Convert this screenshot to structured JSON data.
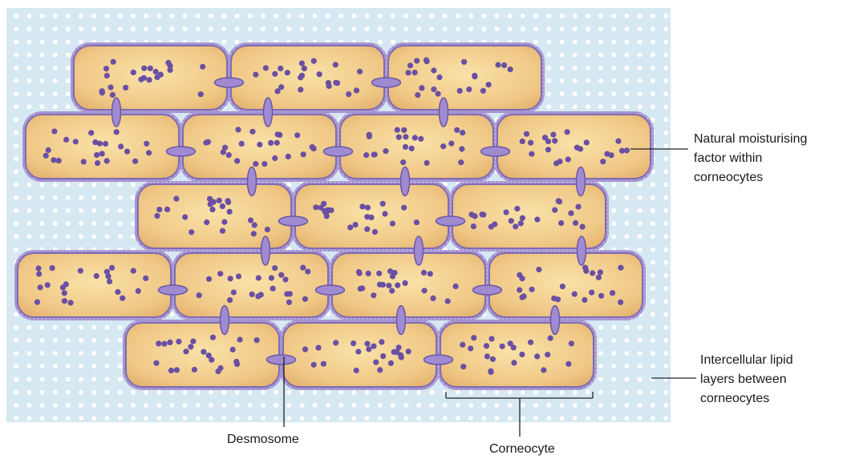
{
  "labels": {
    "nmf": [
      "Natural moisturising",
      "factor within",
      "corneocytes"
    ],
    "lipid": [
      "Intercellular lipid",
      "layers between",
      "corneocytes"
    ],
    "desmosome": "Desmosome",
    "corneocyte": "Corneocyte"
  },
  "colors": {
    "background_panel": "#d6e8f2",
    "lipid_dot": "#ffffff",
    "cell_fill_center": "#f7dc9e",
    "cell_fill_edge": "#e8b873",
    "cell_border": "#7e6cb3",
    "cell_border_outer": "#a592d0",
    "nmf_dot": "#6a4fa3",
    "desmosome_fill": "#a08ad0",
    "desmosome_stroke": "#6b57a8",
    "leader_line": "#222222"
  },
  "icons": [
    "corneocyte-cell",
    "desmosome-junction",
    "lipid-dot",
    "nmf-dot"
  ]
}
